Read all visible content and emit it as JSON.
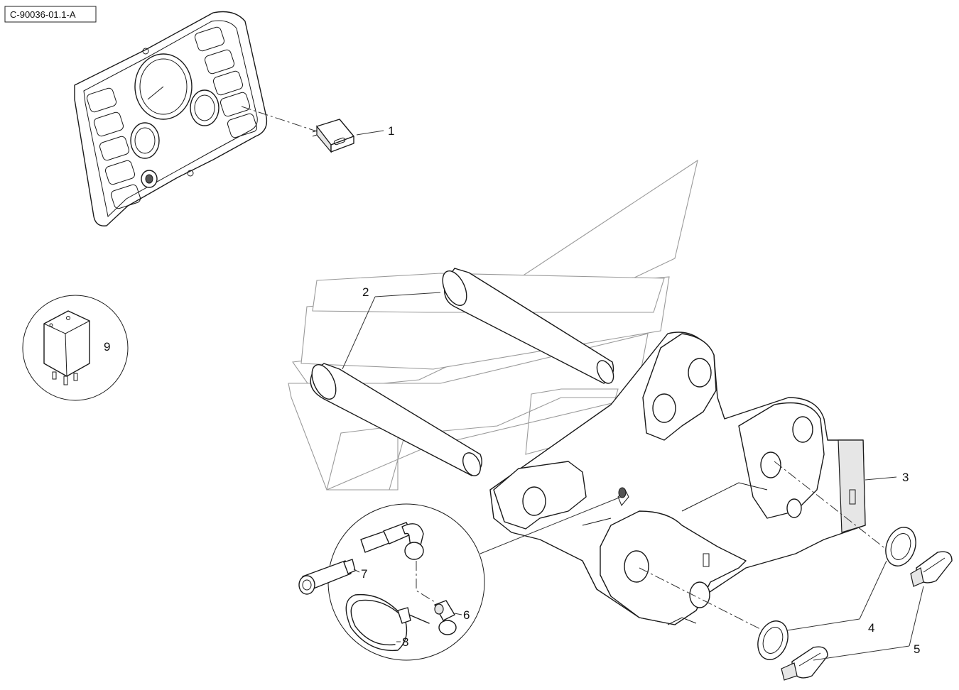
{
  "drawing_code": "C-90036-01.1-A",
  "callouts": {
    "c1": "1",
    "c2": "2",
    "c3": "3",
    "c4": "4",
    "c5": "5",
    "c6": "6",
    "c7": "7",
    "c8": "8",
    "c9": "9"
  }
}
